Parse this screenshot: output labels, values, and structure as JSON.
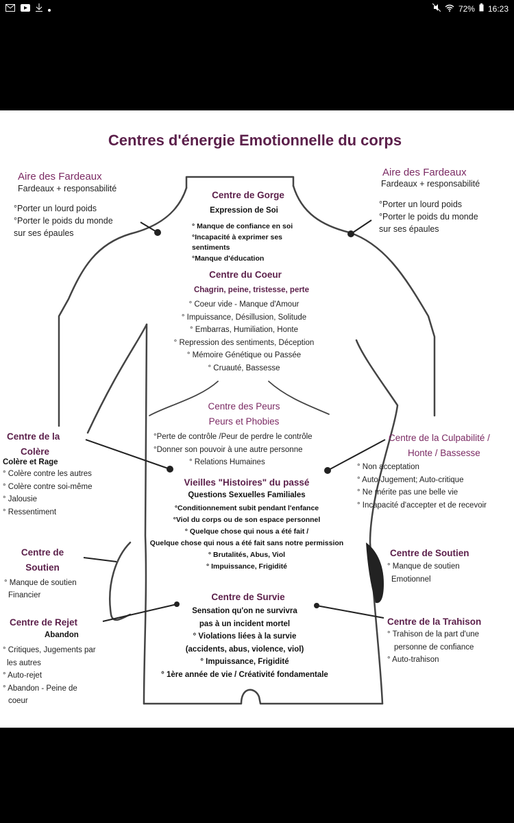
{
  "status_bar": {
    "battery": "72%",
    "time": "16:23"
  },
  "title": "Centres d'énergie Emotionnelle du corps",
  "left_burden": {
    "title": "Aire des Fardeaux",
    "subtitle": "Fardeaux + responsabilité",
    "lines": [
      "°Porter un lourd poids",
      "°Porter le poids du monde",
      "sur ses épaules"
    ]
  },
  "right_burden": {
    "title": "Aire des Fardeaux",
    "subtitle": "Fardeaux + responsabilité",
    "lines": [
      "°Porter un lourd poids",
      "°Porter le poids du monde",
      "sur ses épaules"
    ]
  },
  "throat": {
    "title": "Centre de Gorge",
    "subtitle": "Expression de Soi",
    "lines": [
      "° Manque de confiance en soi",
      "°Incapacité à exprimer ses",
      "sentiments",
      "°Manque d'éducation"
    ]
  },
  "heart": {
    "title": "Centre du Coeur",
    "subtitle": "Chagrin, peine, tristesse, perte",
    "lines": [
      "° Coeur vide - Manque d'Amour",
      "° Impuissance, Désillusion, Solitude",
      "° Embarras, Humiliation, Honte",
      "° Repression des sentiments, Déception",
      "° Mémoire Génétique ou Passée",
      "° Cruauté, Bassesse"
    ]
  },
  "fears": {
    "title": "Centre des Peurs",
    "subtitle": "Peurs et Phobies",
    "lines": [
      "°Perte de contrôle /Peur de perdre le contrôle",
      "°Donner son pouvoir à une autre personne",
      "° Relations Humaines"
    ]
  },
  "anger": {
    "title_line1": "Centre de la",
    "title_line2": "Colère",
    "subtitle": "Colère et Rage",
    "lines": [
      "° Colère contre les autres",
      "° Colère contre soi-même",
      "° Jalousie",
      "° Ressentiment"
    ]
  },
  "guilt": {
    "title_line1": "Centre de la Culpabilité /",
    "title_line2": "Honte / Bassesse",
    "lines": [
      "° Non acceptation",
      "° Auto-Jugement; Auto-critique",
      "° Ne mérite pas une belle vie",
      "° Incapacité d'accepter et de recevoir"
    ]
  },
  "old_stories": {
    "title": "Vieilles \"Histoires\" du passé",
    "subtitle": "Questions Sexuelles Familiales",
    "lines": [
      "°Conditionnement subit pendant l'enfance",
      "°Viol du corps ou de son espace personnel",
      "° Quelque chose qui nous a été fait /",
      "Quelque chose qui nous a été fait sans notre permission",
      "° Brutalités, Abus, Viol",
      "° Impuissance, Frigidité"
    ]
  },
  "support_left": {
    "title_line1": "Centre de",
    "title_line2": "Soutien",
    "lines": [
      "° Manque de soutien",
      "Financier"
    ]
  },
  "support_right": {
    "title": "Centre de Soutien",
    "lines": [
      "° Manque de soutien",
      "Emotionnel"
    ]
  },
  "survival": {
    "title": "Centre de Survie",
    "lines": [
      "Sensation qu'on ne survivra",
      "pas à un incident mortel",
      "° Violations liées à la survie",
      "(accidents, abus, violence, viol)",
      "° Impuissance, Frigidité",
      "° 1ère année de vie / Créativité fondamentale"
    ]
  },
  "rejection": {
    "title": "Centre de Rejet",
    "subtitle": "Abandon",
    "lines": [
      "° Critiques, Jugements par",
      "les autres",
      "° Auto-rejet",
      "° Abandon - Peine de",
      "coeur"
    ]
  },
  "betrayal": {
    "title": "Centre de la Trahison",
    "lines": [
      "° Trahison de la part d'une",
      "personne de confiance",
      "° Auto-trahison"
    ]
  }
}
